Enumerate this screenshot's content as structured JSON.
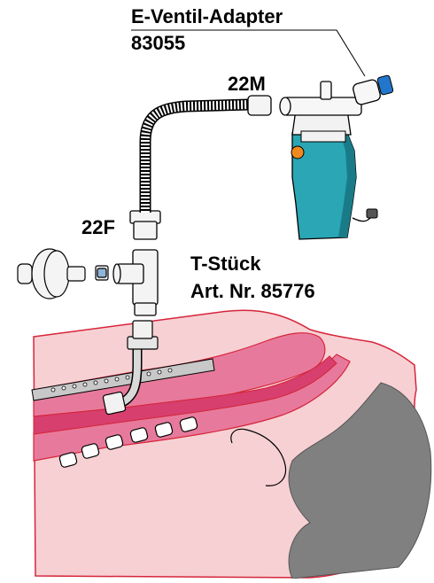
{
  "labels": {
    "adapter_name": "E-Ventil-Adapter",
    "adapter_number": "83055",
    "connector_male": "22M",
    "connector_female": "22F",
    "tpiece_name": "T-Stück",
    "tpiece_number": "Art. Nr. 85776"
  },
  "colors": {
    "skin": "#f7d0d4",
    "skin_outline": "#d6253a",
    "airway": "#e77a9c",
    "deep_tissue": "#d63f6e",
    "hair": "#808080",
    "nebulizer_body": "#2aa6b5",
    "nebulizer_dark": "#1a7b88",
    "tube_highlight": "#2277cc",
    "orange_button": "#f08a1e",
    "line": "#000000"
  }
}
